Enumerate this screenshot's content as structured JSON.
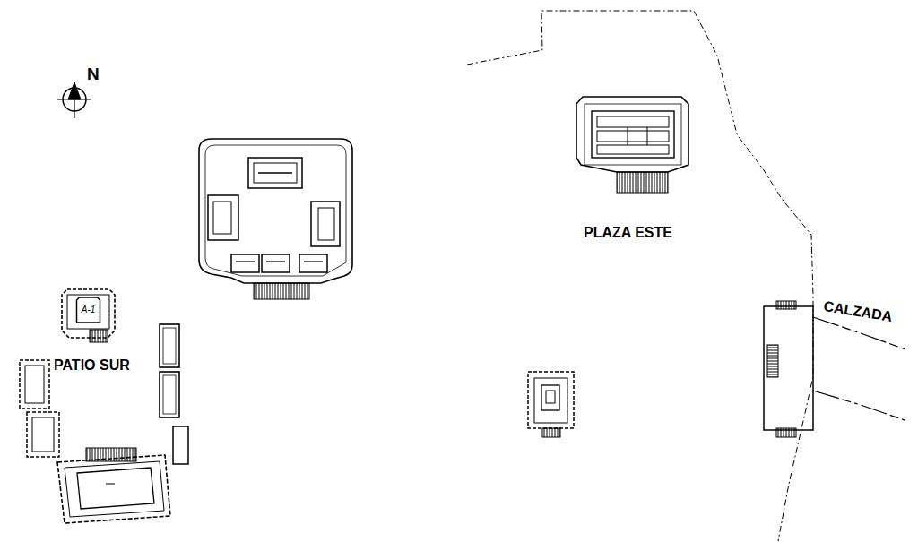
{
  "diagram": {
    "nodes": [
      {
        "text": [
          "A-1"
        ]
      }
    ],
    "labels": [
      "N",
      "PATIO SUR",
      "PLAZA ESTE",
      "CALZADA"
    ]
  }
}
